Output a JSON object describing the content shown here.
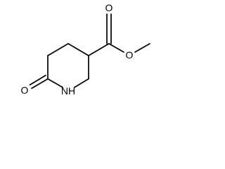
{
  "molecule": {
    "atoms": {
      "ring_oxygen": "O",
      "ring_nitrogen": "NH",
      "carbonyl_oxygen": "O",
      "ester_oxygen": "O"
    }
  }
}
